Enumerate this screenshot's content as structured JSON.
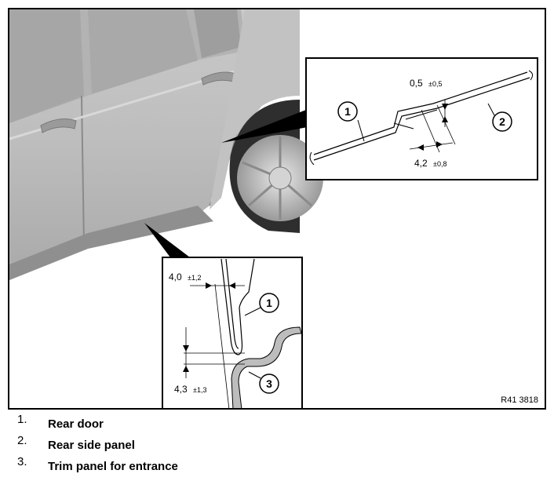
{
  "figure": {
    "reference": "R41 3818",
    "detail_top": {
      "dim_gap": "0,5",
      "dim_gap_tol": "±0,5",
      "dim_offset": "4,2",
      "dim_offset_tol": "±0,8",
      "callouts": [
        "1",
        "2"
      ]
    },
    "detail_bottom": {
      "dim_gap": "4,0",
      "dim_gap_tol": "±1,2",
      "dim_offset": "4,3",
      "dim_offset_tol": "±1,3",
      "callouts": [
        "1",
        "3"
      ]
    }
  },
  "legend": [
    {
      "number": "1.",
      "text": "Rear door"
    },
    {
      "number": "2.",
      "text": "Rear side panel"
    },
    {
      "number": "3.",
      "text": "Trim panel for entrance"
    }
  ]
}
